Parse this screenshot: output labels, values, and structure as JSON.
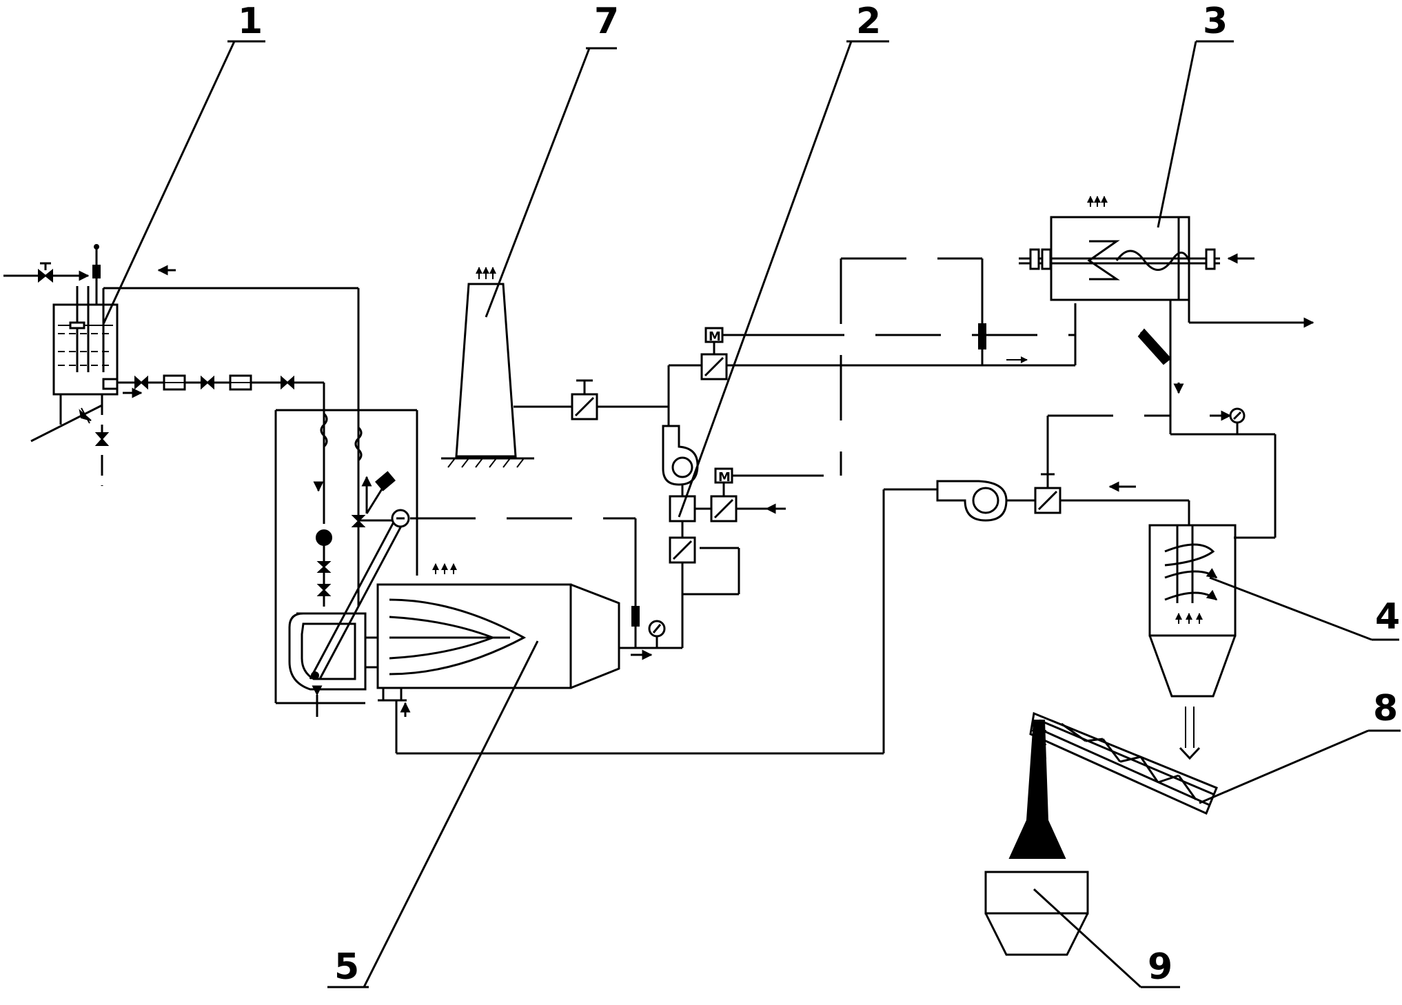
{
  "labels": {
    "n1": "1",
    "n2": "2",
    "n3": "3",
    "n4": "4",
    "n5": "5",
    "n7": "7",
    "n8": "8",
    "n9": "9"
  },
  "colors": {
    "line": "#000000",
    "background": "#ffffff"
  }
}
